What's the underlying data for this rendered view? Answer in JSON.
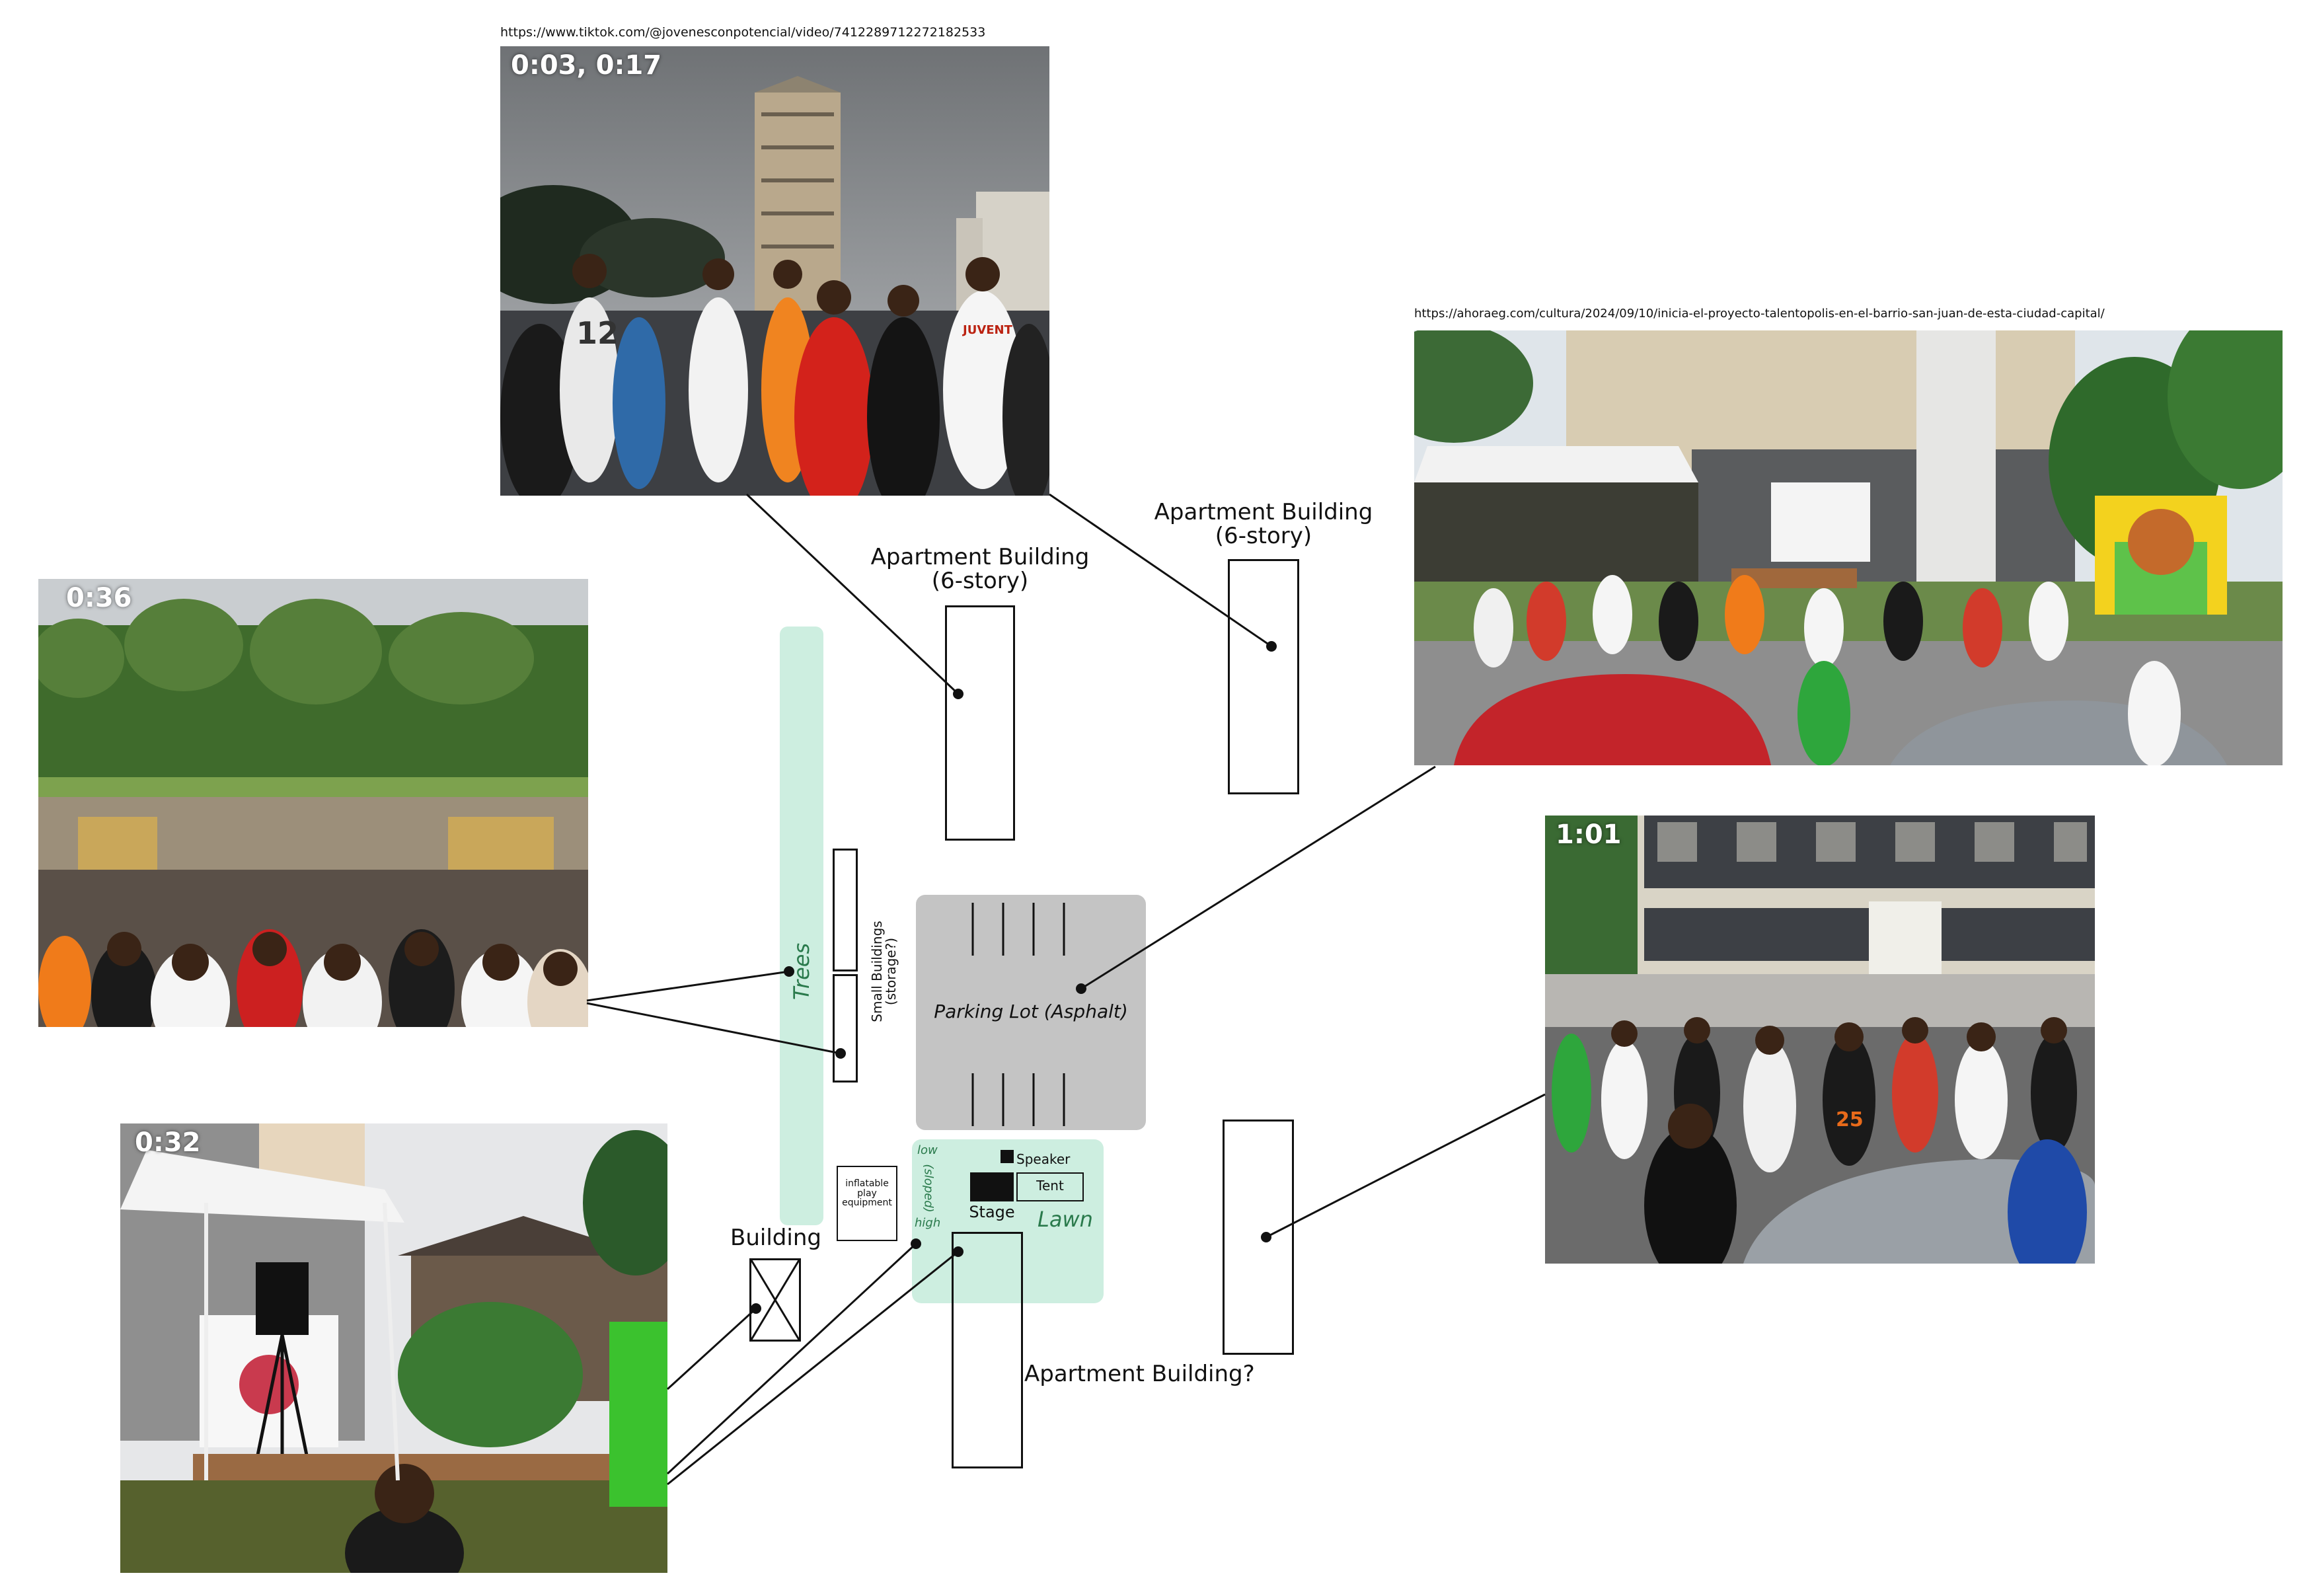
{
  "sources": {
    "tiktok_url": "https://www.tiktok.com/@jovenesconpotencial/video/7412289712272182533",
    "ahoraeg_url": "https://ahoraeg.com/cultura/2024/09/10/inicia-el-proyecto-talentopolis-en-el-barrio-san-juan-de-esta-ciudad-capital/"
  },
  "photos": {
    "top_ts": "0:03, 0:17",
    "left_ts": "0:36",
    "bottom_ts": "0:32",
    "right_ts": "1:01",
    "jersey_number": "12",
    "shirt_text": "JUVENT",
    "shirt_text_2": "25"
  },
  "map": {
    "apt_center": "Apartment Building\n(6-story)",
    "apt_right": "Apartment Building\n(6-story)",
    "trees": "Trees",
    "small_buildings": "Small Buildings\n(storage?)",
    "parking": "Parking Lot (Asphalt)",
    "inflatable": "inflatable\nplay\nequipment",
    "low": "low",
    "sloped": "(sloped)",
    "high": "high",
    "speaker": "Speaker",
    "stage": "Stage",
    "tent": "Tent",
    "lawn": "Lawn",
    "building": "Building",
    "apt_question": "Apartment Building?"
  },
  "colors": {
    "green_fill": "#cdeee0",
    "green_text": "#2a7a4c",
    "parking_fill": "#c4c4c4"
  }
}
